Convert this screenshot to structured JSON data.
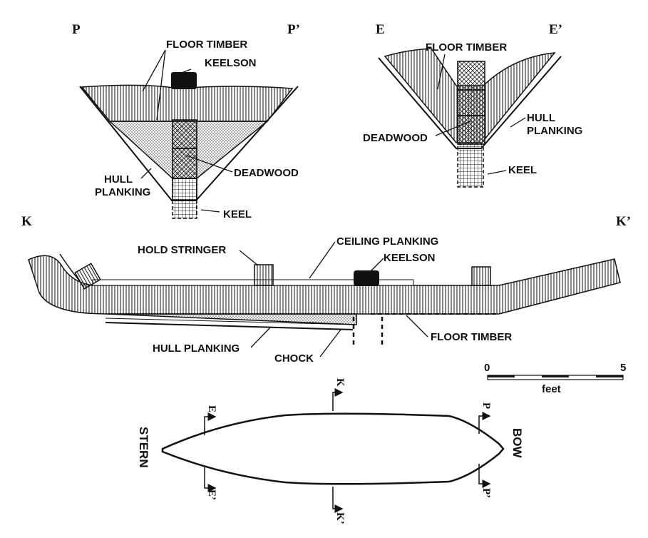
{
  "sections": {
    "p": {
      "left": "P",
      "right": "P’"
    },
    "e": {
      "left": "E",
      "right": "E’"
    },
    "k": {
      "left": "K",
      "right": "K’"
    }
  },
  "labels": {
    "p_floor_timber": "FLOOR TIMBER",
    "p_keelson": "KEELSON",
    "p_deadwood": "DEADWOOD",
    "p_hull_planking_1": "HULL",
    "p_hull_planking_2": "PLANKING",
    "p_keel": "KEEL",
    "e_floor_timber": "FLOOR TIMBER",
    "e_hull_planking_1": "HULL",
    "e_hull_planking_2": "PLANKING",
    "e_deadwood": "DEADWOOD",
    "e_keel": "KEEL",
    "k_hold_stringer": "HOLD STRINGER",
    "k_ceiling_planking": "CEILING PLANKING",
    "k_keelson": "KEELSON",
    "k_hull_planking": "HULL PLANKING",
    "k_chock": "CHOCK",
    "k_floor_timber": "FLOOR TIMBER"
  },
  "scale": {
    "start": "0",
    "end": "5",
    "unit": "feet"
  },
  "plan": {
    "stern": "STERN",
    "bow": "BOW",
    "cut_e": "E",
    "cut_e2": "E’",
    "cut_k": "K",
    "cut_k2": "K’",
    "cut_p": "P",
    "cut_p2": "P’"
  }
}
